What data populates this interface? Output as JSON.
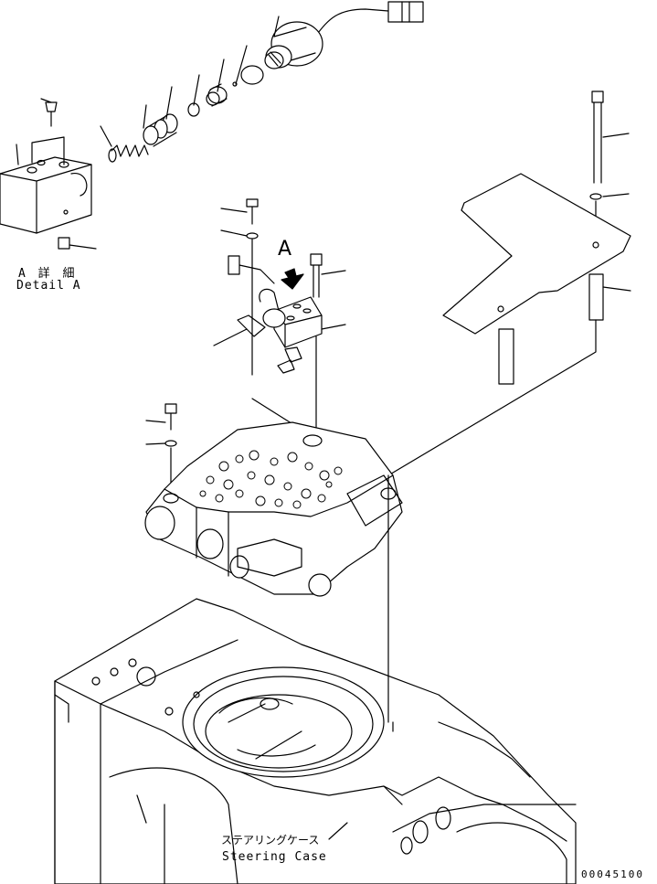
{
  "detail_a": {
    "label_jp": "A 詳 細",
    "label_en": "Detail A"
  },
  "view_marker": "A",
  "steering_case": {
    "label_jp": "ステアリングケース",
    "label_en": "Steering Case"
  },
  "drawing_number": "00045100",
  "colors": {
    "line": "#000000",
    "background": "#ffffff"
  }
}
